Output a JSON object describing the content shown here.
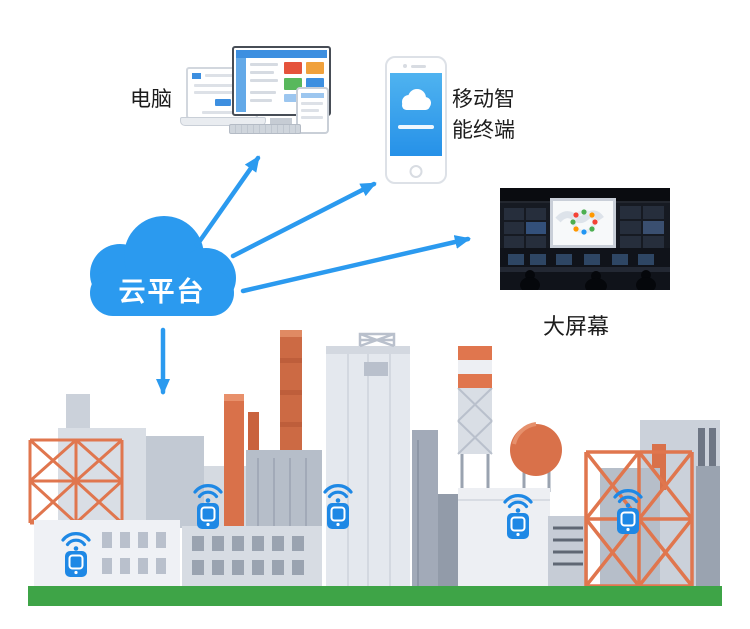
{
  "labels": {
    "computer": "电脑",
    "mobile_line1": "移动智",
    "mobile_line2": "能终端",
    "big_screen": "大屏幕",
    "cloud_platform": "云平台"
  },
  "nodes": [
    {
      "id": "cloud",
      "label": "云平台",
      "type": "cloud-platform"
    },
    {
      "id": "computer",
      "label": "电脑",
      "type": "desktop-and-laptop"
    },
    {
      "id": "mobile",
      "label": "移动智能终端",
      "type": "smartphone"
    },
    {
      "id": "bigscreen",
      "label": "大屏幕",
      "type": "control-room-display"
    },
    {
      "id": "factory",
      "label": "",
      "type": "industrial-site",
      "wifi_sensor_count": 5
    }
  ],
  "connections": [
    {
      "from": "cloud",
      "to": "computer"
    },
    {
      "from": "cloud",
      "to": "mobile"
    },
    {
      "from": "cloud",
      "to": "bigscreen"
    },
    {
      "from": "cloud",
      "to": "factory"
    }
  ],
  "colors": {
    "cloud_blue": "#2b9aef",
    "arrow_blue": "#2b9aef",
    "wifi_blue": "#1e88e5",
    "truss_orange": "#e0764e",
    "chimney_terracotta": "#d9714a",
    "building_light_gray": "#e4e8ee",
    "building_mid_gray": "#c2c9d3",
    "building_dark_gray": "#a2aab8",
    "ground_green": "#3ea447",
    "phone_screen_blue": "#3fa2ec"
  }
}
